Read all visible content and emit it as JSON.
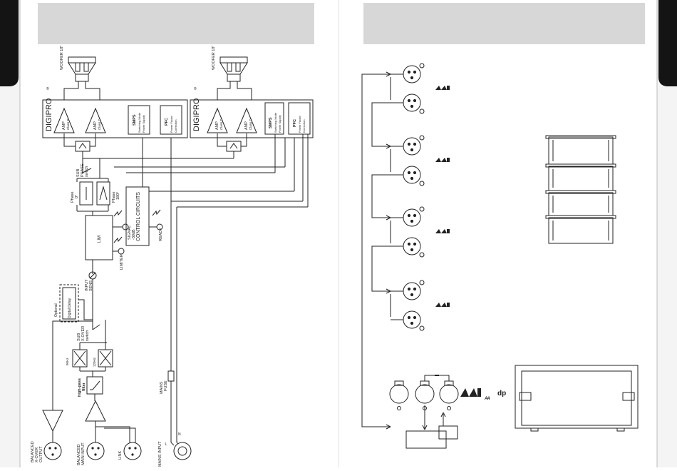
{
  "left_schematic": {
    "woofer_1": "WOOFER 18\"",
    "woofer_2": "WOOFER 18\"",
    "brand_1": "DIGIPRO",
    "brand_2": "DIGIPRO",
    "reg_mark": "®",
    "amp_label": "AMP",
    "amp_class": "Class D",
    "smps_title": "SMPS",
    "smps_sub1": "Switching Mode",
    "smps_sub2": "Power Supply",
    "pfc_title": "PFC",
    "pfc_sub1": "Power Factor",
    "pfc_sub2": "Correction",
    "sub_phase_1": "SUB",
    "sub_phase_2": "PHASE",
    "sub_phase_3": "switch",
    "phase_0_1": "Phase",
    "phase_0_2": "0°",
    "phase_180_1": "Phase",
    "phase_180_2": "180°",
    "control_circuits": "CONTROL CIRCUITS",
    "ready": "READY",
    "lim": "LIM",
    "signal_1": "SIGNAL",
    "signal_2": "-30dB",
    "limiter": "LIMITER",
    "input_1": "INPUT",
    "input_2": "SENS.",
    "optional": "Optional",
    "digital_delay": "Digital Delay",
    "sub_xover_1": "SUB",
    "sub_xover_2": "X-OVER",
    "sub_xover_3": "switch",
    "f_90": "90Hz",
    "f_120": "120Hz",
    "high_pass_1": "high-pass",
    "high_pass_2": "filter",
    "mains_fuse_1": "MAINS",
    "mains_fuse_2": "FUSE",
    "bal_xover_1": "BALANCED",
    "bal_xover_2": "X-OVER",
    "bal_xover_3": "OUTPUT",
    "bal_main_1": "BALANCED",
    "bal_main_2": "MAIN INPUT",
    "link": "LINK",
    "mains_input": "MAINS INPUT",
    "pin_l": "L",
    "pin_n": "N"
  },
  "right_panel": {
    "amp_logo": "AA",
    "dp_logo": "dp",
    "num_chain_units": 4
  },
  "colors": {
    "header_band": "#d7d7d7",
    "tab_black": "#141414",
    "line": "#222222",
    "dp_logo": "#1e86c8"
  }
}
